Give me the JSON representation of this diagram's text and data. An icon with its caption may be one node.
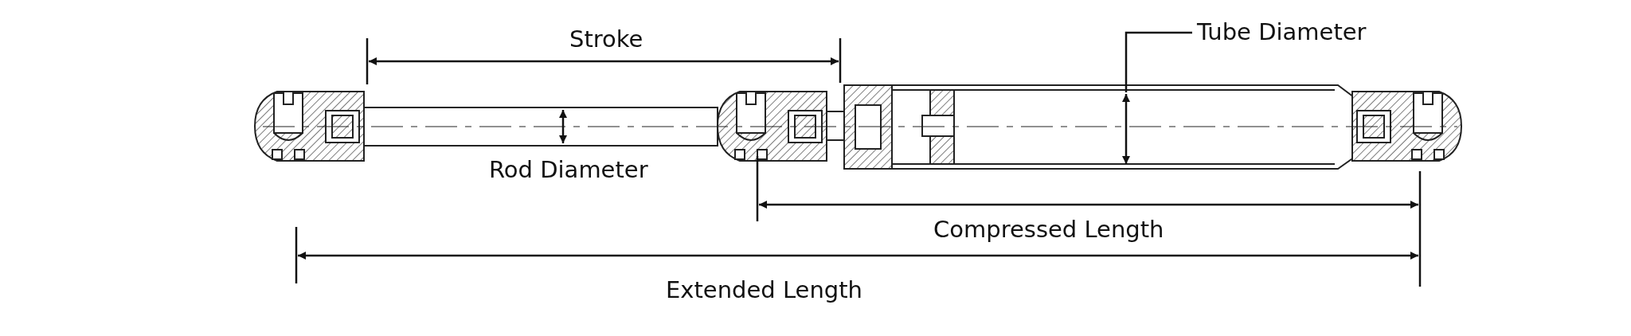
{
  "diagram": {
    "nodes": [
      {
        "text": [
          "Tube Diameter"
        ]
      },
      {
        "text": [],
        "shape": "bar"
      }
    ],
    "edges": [
      {
        "from": 0,
        "to": 1,
        "arrow": "none"
      }
    ],
    "labels": [
      "Stroke",
      "Rod Diameter",
      "Compressed Length",
      "Extended Length"
    ]
  }
}
